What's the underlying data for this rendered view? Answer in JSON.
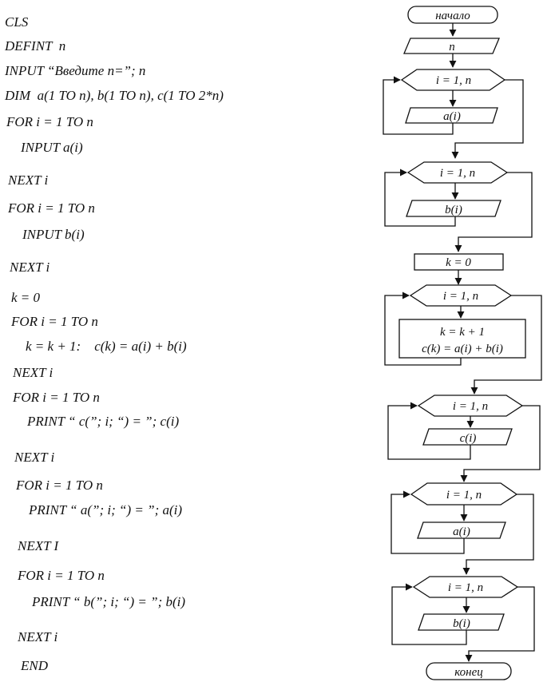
{
  "program": {
    "lines": [
      "CLS",
      "DEFINT  n",
      "INPUT “Введите n=”; n",
      "DIM  a(1 TO n), b(1 TO n), c(1 TO 2*n)",
      "FOR i = 1 TO n",
      "INPUT a(i)",
      "NEXT i",
      "FOR i = 1 TO n",
      "INPUT b(i)",
      "NEXT i",
      "k = 0",
      "FOR i = 1 TO n",
      "k = k + 1:    c(k) = a(i) + b(i)",
      "NEXT i",
      "FOR i = 1 TO n",
      "PRINT “ c(”; i; “) = ”; c(i)",
      "NEXT i",
      "FOR i = 1 TO n",
      "PRINT “ a(”; i; “) = ”; a(i)",
      "NEXT I",
      "FOR i = 1 TO n",
      "PRINT “ b(”; i; “) = ”; b(i)",
      "NEXT i",
      "END"
    ]
  },
  "flowchart": {
    "start": "начало",
    "input_n": "n",
    "loop1": "i = 1, n",
    "io1": "a(i)",
    "loop2": "i = 1, n",
    "io2": "b(i)",
    "init_k": "k = 0",
    "loop3": "i = 1, n",
    "proc3_line1": "k = k + 1",
    "proc3_line2": "c(k) = a(i) + b(i)",
    "loop4": "i = 1, n",
    "io4": "c(i)",
    "loop5": "i = 1, n",
    "io5": "a(i)",
    "loop6": "i = 1, n",
    "io6": "b(i)",
    "end": "конец"
  }
}
